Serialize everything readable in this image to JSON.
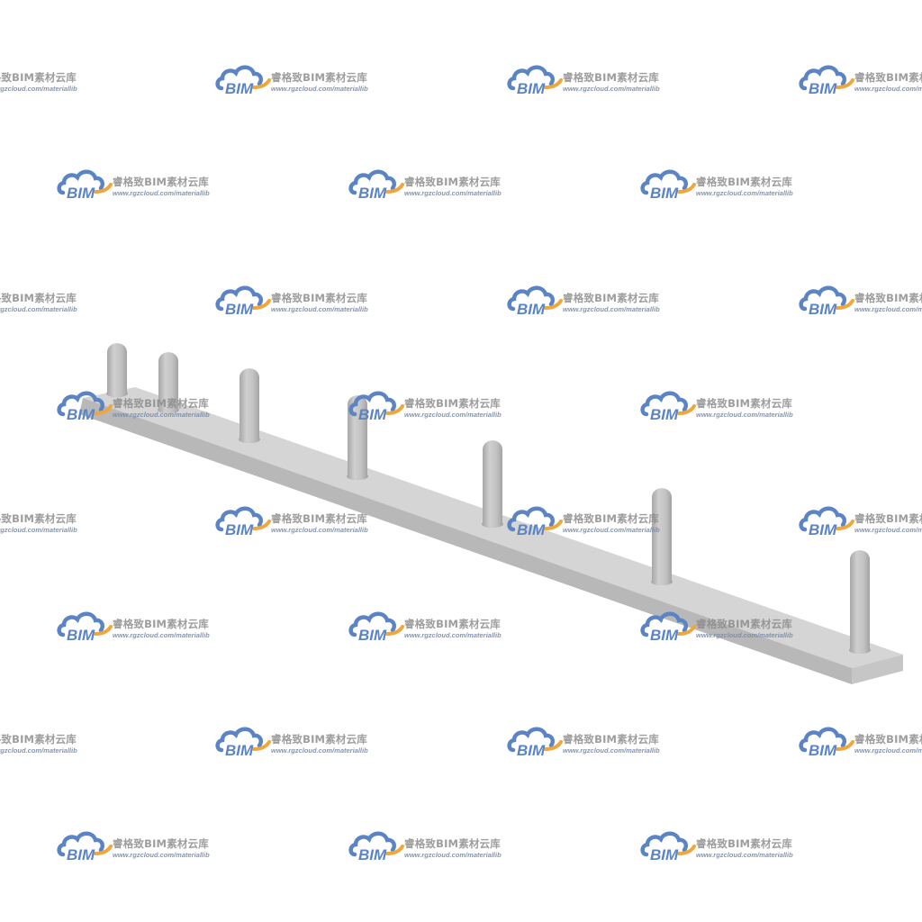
{
  "watermark": {
    "logo_text": "BIM",
    "title": "睿格致BIM素材云库",
    "url": "www.rgzcloud.com/materiallib",
    "logo_icon": "cloud-icon",
    "colors": {
      "cloud_blue": "#5b84c4",
      "swoosh_orange": "#f0a63a",
      "text_gray": "#8c8c8c"
    }
  },
  "model": {
    "description_icon": "steel-bar-with-studs",
    "colors": {
      "top_face": "#d6d6d6",
      "front_face": "#b9b9b9",
      "end_face": "#c4c4c4",
      "stud_body": "#c2c2c2",
      "stud_shade": "#a9a9a9"
    },
    "stud_count": 7
  }
}
